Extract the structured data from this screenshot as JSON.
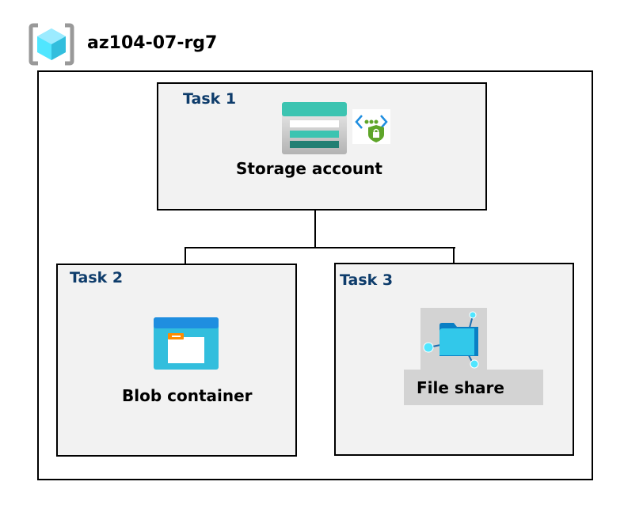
{
  "resource_group": {
    "name": "az104-07-rg7",
    "icon": "resource-group-icon"
  },
  "tasks": [
    {
      "label": "Task 1",
      "resource": "Storage account",
      "icons": [
        "storage-account-icon",
        "private-endpoint-icon"
      ]
    },
    {
      "label": "Task 2",
      "resource": "Blob container",
      "icons": [
        "blob-container-icon"
      ]
    },
    {
      "label": "Task 3",
      "resource": "File share",
      "icons": [
        "file-share-icon"
      ]
    }
  ],
  "colors": {
    "task_label": "#0e3c6b",
    "box_fill": "#f2f2f2",
    "storage_teal": "#3cc4b1",
    "azure_blue": "#1f8ee0"
  }
}
